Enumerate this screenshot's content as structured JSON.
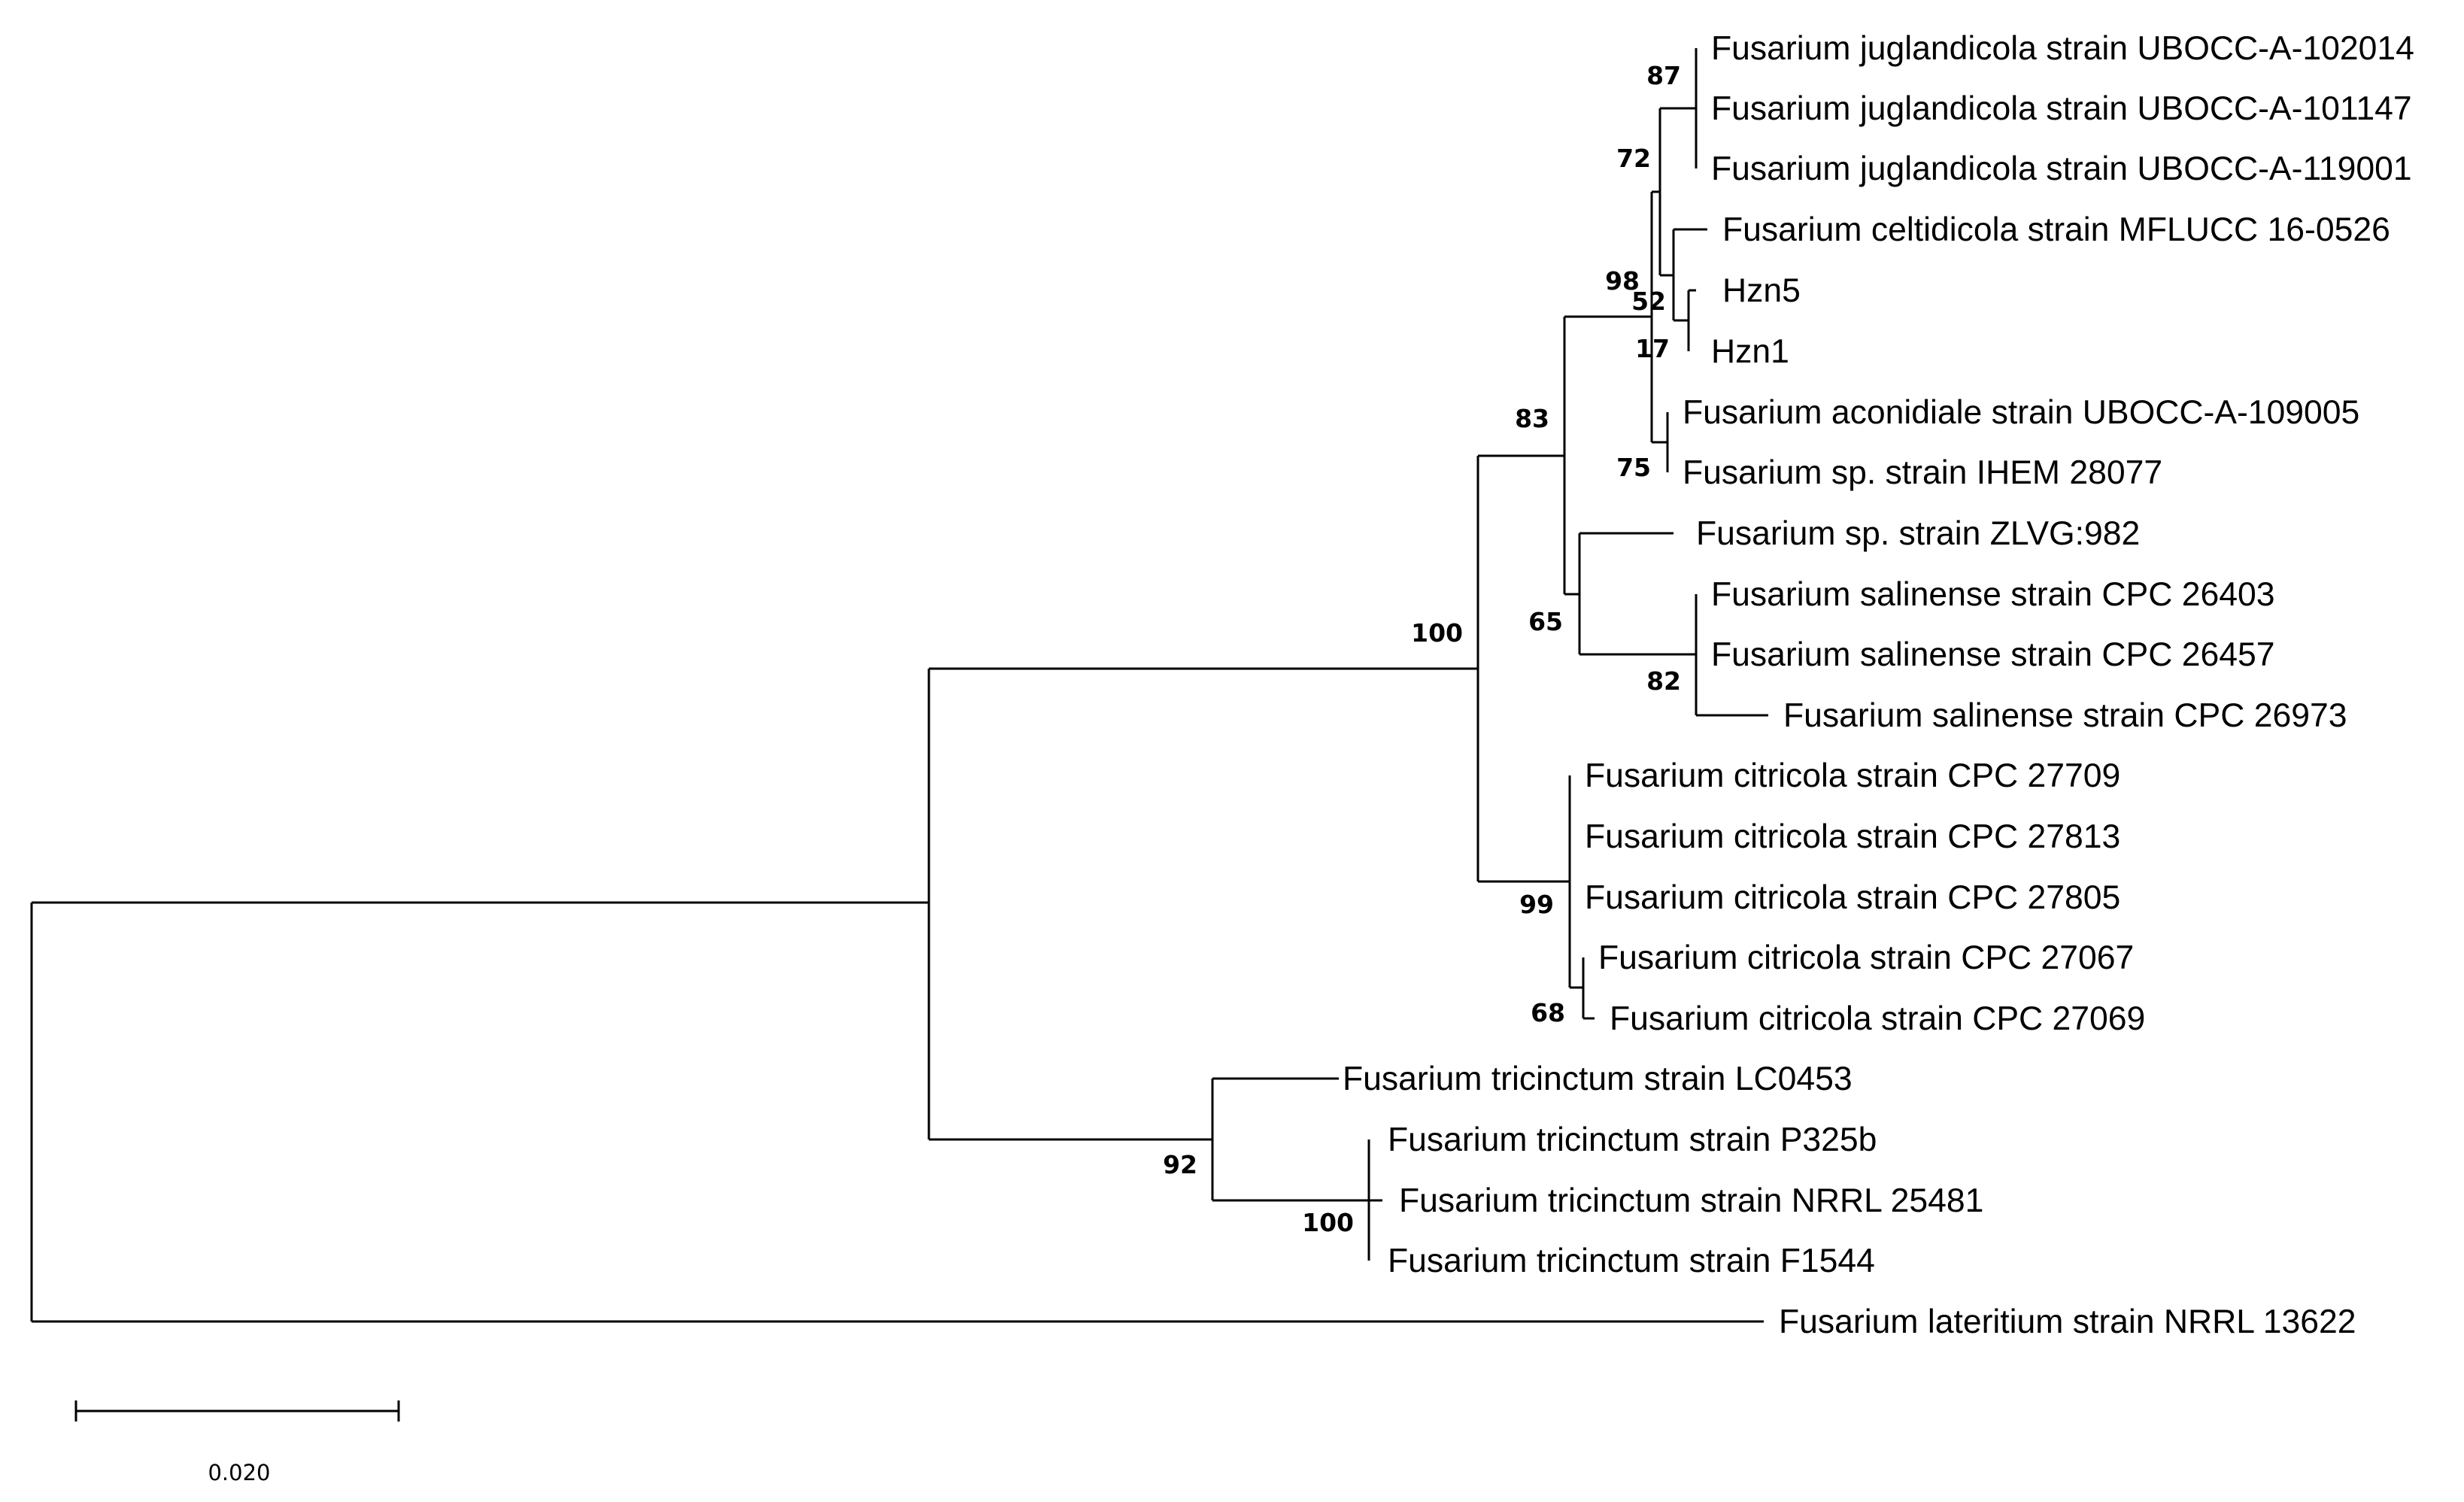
{
  "tree": {
    "leaves": [
      "Fusarium juglandicola strain UBOCC-A-102014",
      "Fusarium juglandicola strain UBOCC-A-101147",
      "Fusarium juglandicola strain UBOCC-A-119001",
      "Fusarium celtidicola strain MFLUCC 16-0526",
      "Hzn5",
      "Hzn1",
      "Fusarium aconidiale strain UBOCC-A-109005",
      "Fusarium sp. strain IHEM 28077",
      "Fusarium sp. strain ZLVG:982",
      "Fusarium salinense strain CPC 26403",
      "Fusarium salinense strain CPC 26457",
      "Fusarium salinense strain CPC 26973",
      "Fusarium citricola strain CPC 27709",
      "Fusarium citricola strain CPC 27813",
      "Fusarium citricola strain CPC 27805",
      "Fusarium citricola strain CPC 27067",
      "Fusarium citricola strain CPC 27069",
      "Fusarium tricinctum strain LC0453",
      "Fusarium tricinctum strain P325b",
      "Fusarium tricinctum strain NRRL 25481",
      "Fusarium tricinctum strain F1544",
      "Fusarium lateritium strain NRRL 13622"
    ],
    "support_values": [
      "87",
      "72",
      "98",
      "52",
      "17",
      "75",
      "83",
      "100",
      "65",
      "82",
      "99",
      "68",
      "92",
      "100"
    ],
    "scale_bar": {
      "label": "0.020"
    }
  }
}
